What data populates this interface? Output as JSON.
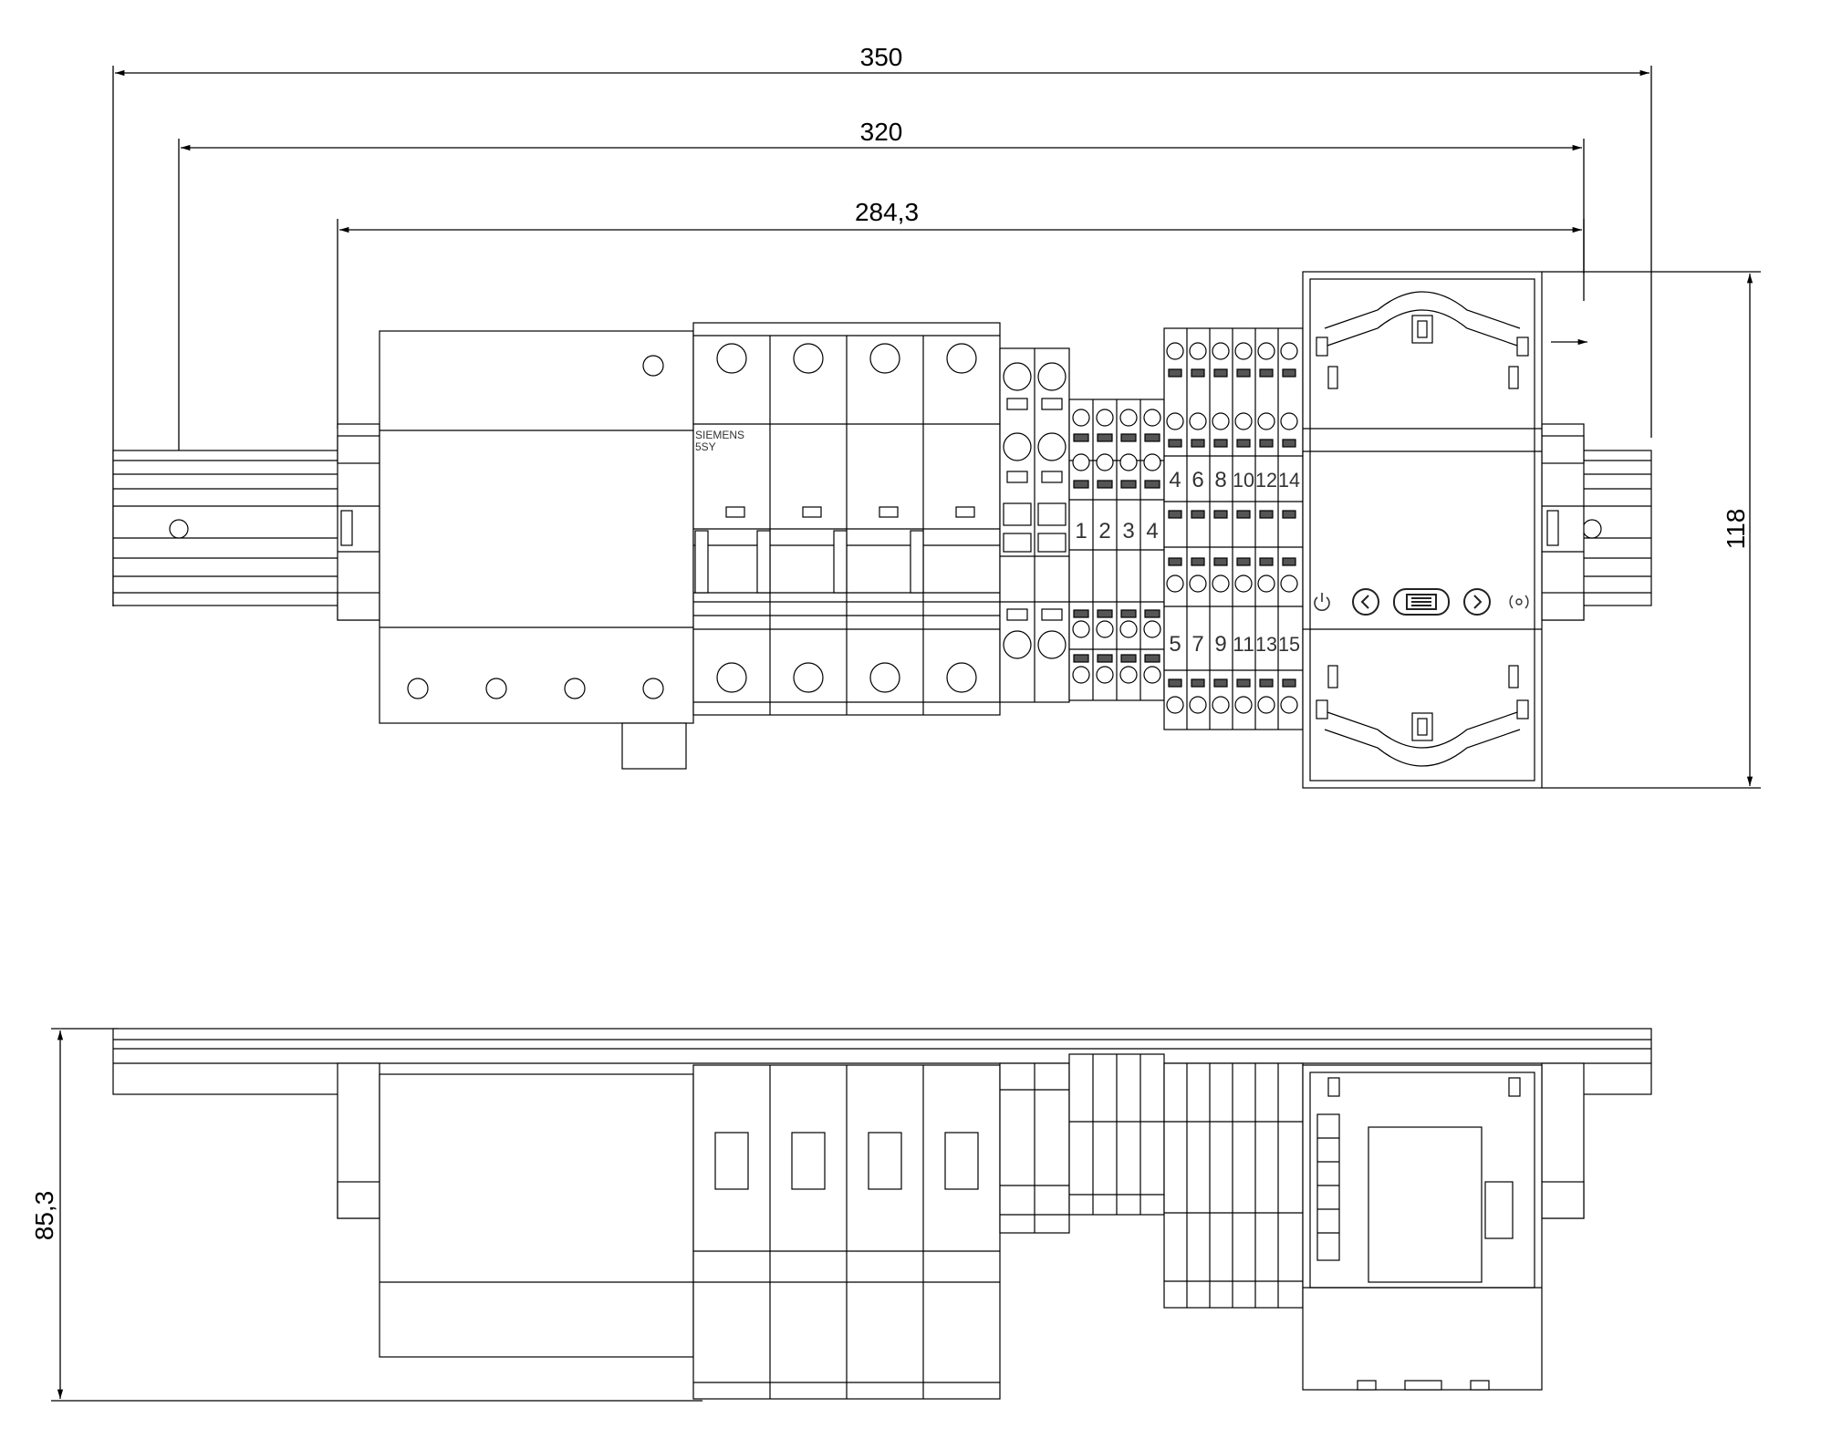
{
  "dimensions": {
    "width_350": "350",
    "width_320": "320",
    "width_284": "284,3",
    "height_118": "118",
    "depth_85": "85,3"
  },
  "mcb_label": {
    "line1": "SIEMENS",
    "line2": "5SY"
  },
  "terminal_numbers": {
    "block_a": [
      "1",
      "2",
      "3",
      "4"
    ],
    "block_b_top": [
      "4",
      "6",
      "8",
      "10",
      "12",
      "14"
    ],
    "block_b_bottom": [
      "5",
      "7",
      "9",
      "11",
      "13",
      "15"
    ]
  },
  "meter_buttons": {
    "power": "power-icon",
    "left": "chevron-left-icon",
    "menu": "menu-icon",
    "right": "chevron-right-icon",
    "comm": "wireless-icon"
  },
  "colors": {
    "line": "#000000",
    "background": "#ffffff"
  }
}
